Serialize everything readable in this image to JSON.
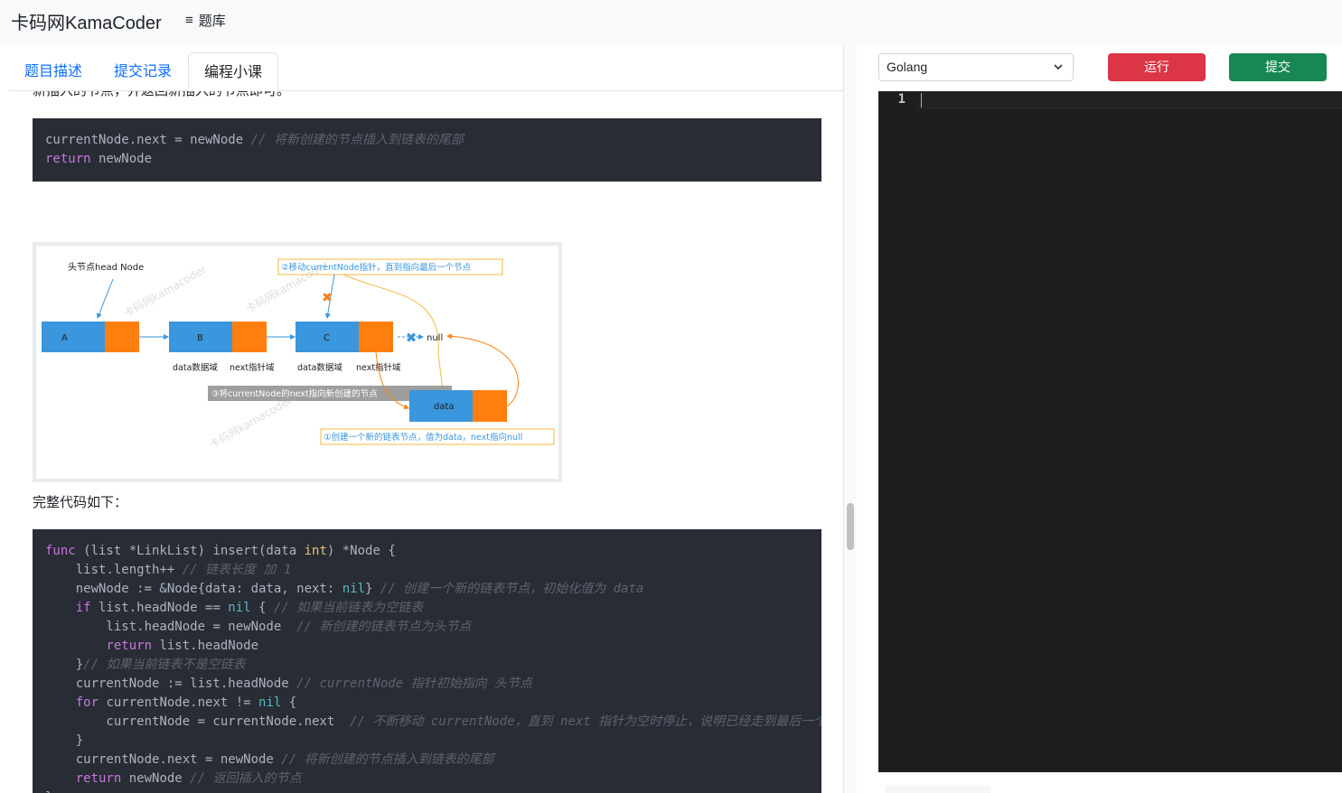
{
  "header": {
    "brand": "卡码网KamaCoder",
    "menu_icon": "≡",
    "problems_label": "题库"
  },
  "tabs": [
    {
      "label": "题目描述",
      "active": false
    },
    {
      "label": "提交记录",
      "active": false
    },
    {
      "label": "编程小课",
      "active": true
    }
  ],
  "content": {
    "cut_text": "新插入的节点，并返回新插入的节点即可。",
    "snippet1": {
      "line1_code": "currentNode.next = newNode ",
      "line1_comment": "// 将新创建的节点插入到链表的尾部",
      "line2_kw": "return",
      "line2_code": " newNode"
    },
    "figure": {
      "head_label": "头节点head Node",
      "step2": "②移动currentNode指针，直到指向最后一个节点",
      "node_a": "A",
      "node_b": "B",
      "node_c": "C",
      "null_label": "null",
      "data_field": "data数据域",
      "next_field": "next指针域",
      "step3": "③将currentNode的next指向新创建的节点",
      "new_node": "data",
      "step1": "①创建一个新的链表节点，值为data，next指向null",
      "watermark": "卡码网kamacoder"
    },
    "full_code_intro": "完整代码如下：",
    "code_lines": [
      "func (list *LinkList) insert(data int) *Node {",
      "    list.length++ // 链表长度 加 1",
      "    newNode := &Node{data: data, next: nil} // 创建一个新的链表节点，初始化值为 data",
      "    if list.headNode == nil { // 如果当前链表为空链表",
      "        list.headNode = newNode  // 新创建的链表节点为头节点",
      "        return list.headNode",
      "    }// 如果当前链表不是空链表",
      "    currentNode := list.headNode // currentNode 指针初始指向 头节点",
      "    for currentNode.next != nil {",
      "        currentNode = currentNode.next  // 不断移动 currentNode，直到 next 指针为空时停止，说明已经走到最后一个节点",
      "    }",
      "    currentNode.next = newNode // 将新创建的节点插入到链表的尾部",
      "    return newNode // 返回插入的节点",
      "}"
    ]
  },
  "right": {
    "language": "Golang",
    "run_label": "运行",
    "submit_label": "提交",
    "line_number": "1",
    "editor_content": ""
  },
  "colors": {
    "run": "#dc3545",
    "submit": "#198754",
    "node_blue": "#3a96dd",
    "node_orange": "#ff7f0e"
  }
}
